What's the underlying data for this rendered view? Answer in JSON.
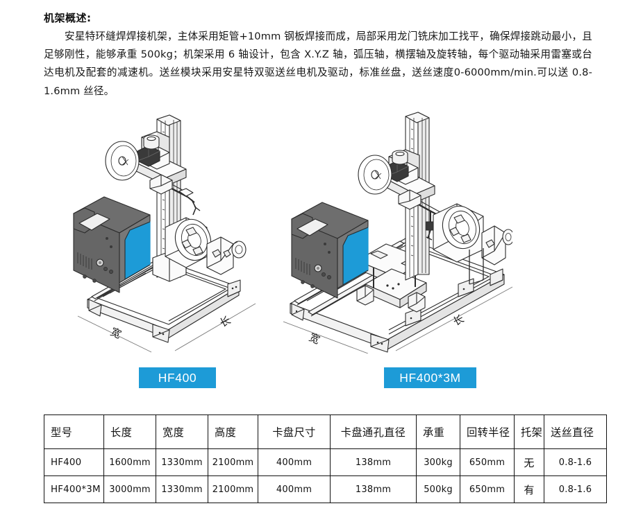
{
  "description": {
    "title": "机架概述:",
    "paragraphs": [
      "安星特环缝焊焊接机架，主体采用矩管+10mm 钢板焊接而成，局部采用龙门铣床加工找平，确保焊接跳动最小，且足够刚性，能够承重 500kg；机架采用 6 轴设计，包含 X.Y.Z 轴，弧压轴，横摆轴及旋转轴，每个驱动轴采用雷塞或台达电机及配套的减速机。送丝模块采用安星特双驱送丝电机及驱动，标准丝盘，送丝速度0-6000mm/min.可以送 0.8-1.6mm 丝径。"
    ]
  },
  "figures": [
    {
      "id": "hf400",
      "model_label": "HF400",
      "dimension_labels": {
        "width": "宽",
        "length": "长"
      },
      "accent_color": "#1d9bd7",
      "body_color": "#6e6e6e"
    },
    {
      "id": "hf400-3m",
      "model_label": "HF400*3M",
      "dimension_labels": {
        "width": "宽",
        "length": "长"
      },
      "accent_color": "#1d9bd7",
      "body_color": "#6e6e6e"
    }
  ],
  "spec_table": {
    "headers": [
      "型号",
      "长度",
      "宽度",
      "高度",
      "卡盘尺寸",
      "卡盘通孔直径",
      "承重",
      "回转半径",
      "托架",
      "送丝直径"
    ],
    "rows": [
      {
        "model": "HF400",
        "length": "1600mm",
        "width": "1330mm",
        "height": "2100mm",
        "chuck_size": "400mm",
        "chuck_bore": "138mm",
        "load": "300kg",
        "swing_radius": "650mm",
        "bracket": "无",
        "wire_dia": "0.8-1.6"
      },
      {
        "model": "HF400*3M",
        "length": "3000mm",
        "width": "1330mm",
        "height": "2100mm",
        "chuck_size": "400mm",
        "chuck_bore": "138mm",
        "load": "500kg",
        "swing_radius": "650mm",
        "bracket": "有",
        "wire_dia": "0.8-1.6"
      }
    ]
  }
}
